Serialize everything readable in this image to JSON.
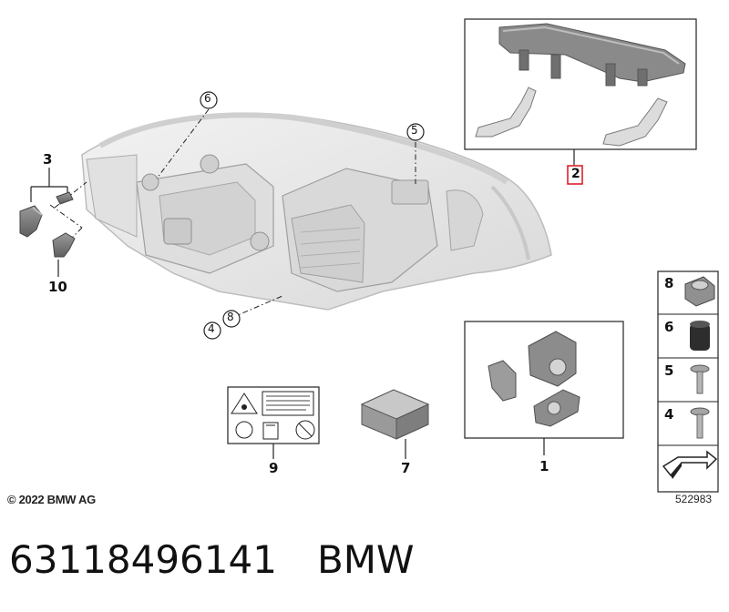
{
  "callouts": {
    "p1": "1",
    "p2": "2",
    "p3": "3",
    "p4": "4",
    "p5": "5",
    "p6": "6",
    "p7": "7",
    "p8": "8",
    "p9": "9",
    "p10": "10"
  },
  "legend": {
    "rows": [
      "8",
      "6",
      "5",
      "4"
    ]
  },
  "footer": {
    "copyright": "© 2022 BMW AG",
    "diagram_id": "522983"
  },
  "caption": {
    "part_number": "63118496141",
    "brand": "BMW"
  },
  "colors": {
    "highlight": "#e0202a",
    "line": "#222222",
    "part_fill": "#e9e9e9",
    "part_dark": "#7d7d7d"
  }
}
